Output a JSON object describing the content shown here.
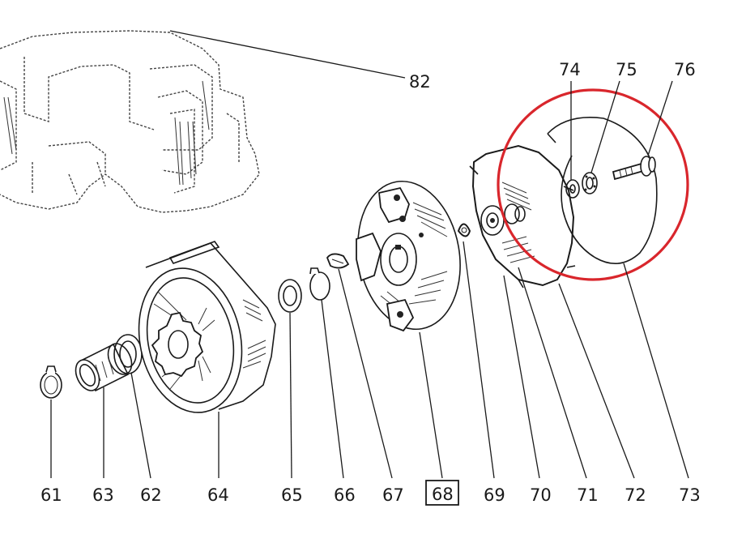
{
  "diagram": {
    "labels": {
      "p61": "61",
      "p62": "62",
      "p63": "63",
      "p64": "64",
      "p65": "65",
      "p66": "66",
      "p67": "67",
      "p68": "68",
      "p69": "69",
      "p70": "70",
      "p71": "71",
      "p72": "72",
      "p73": "73",
      "p74": "74",
      "p75": "75",
      "p76": "76",
      "p82": "82"
    },
    "highlight_color": "#d9262c",
    "ink_color": "#1a1a1a",
    "boxed_label": "68"
  }
}
